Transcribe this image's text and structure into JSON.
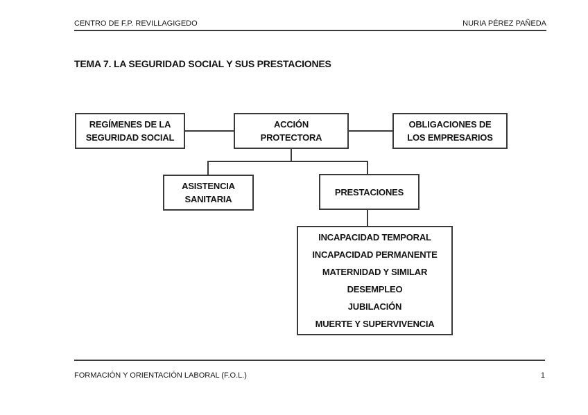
{
  "colors": {
    "line": "#3a3a3a",
    "text": "#141414",
    "page-bg": "#ffffff"
  },
  "page": {
    "header": {
      "left": "CENTRO DE F.P. REVILLAGIGEDO",
      "right": "NURIA PÉREZ PAÑEDA"
    },
    "title": "TEMA 7. LA SEGURIDAD SOCIAL Y SUS PRESTACIONES",
    "footer": {
      "left": "FORMACIÓN Y ORIENTACIÓN LABORAL (F.O.L.)",
      "page_number": "1"
    }
  },
  "diagram": {
    "nodes": {
      "regimenes": {
        "lines": [
          "REGÍMENES DE LA",
          "SEGURIDAD SOCIAL"
        ]
      },
      "accion": {
        "lines": [
          "ACCIÓN",
          "PROTECTORA"
        ]
      },
      "obligaciones": {
        "lines": [
          "OBLIGACIONES DE",
          "LOS EMPRESARIOS"
        ]
      },
      "asistencia": {
        "lines": [
          "ASISTENCIA",
          "SANITARIA"
        ]
      },
      "prestaciones": {
        "label": "PRESTACIONES"
      },
      "prestaciones_items": [
        "INCAPACIDAD TEMPORAL",
        "INCAPACIDAD PERMANENTE",
        "MATERNIDAD Y SIMILAR",
        "DESEMPLEO",
        "JUBILACIÓN",
        "MUERTE Y SUPERVIVENCIA"
      ]
    }
  }
}
